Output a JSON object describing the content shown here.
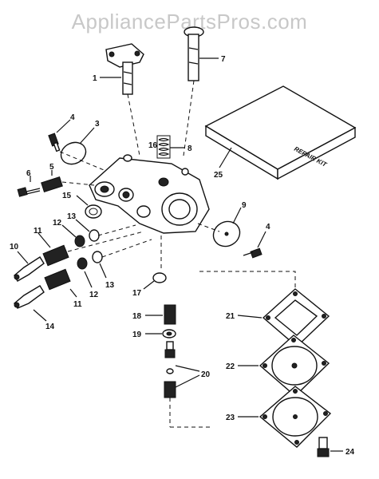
{
  "watermark": {
    "text": "AppliancePartsPros.com"
  },
  "repair_kit": {
    "label": "REPAIR KIT"
  },
  "callouts": [
    {
      "id": "c1",
      "text": "1"
    },
    {
      "id": "c2",
      "text": "7"
    },
    {
      "id": "c3",
      "text": "4"
    },
    {
      "id": "c4",
      "text": "3"
    },
    {
      "id": "c5",
      "text": "16"
    },
    {
      "id": "c6",
      "text": "8"
    },
    {
      "id": "c7",
      "text": "25"
    },
    {
      "id": "c8",
      "text": "6"
    },
    {
      "id": "c9",
      "text": "5"
    },
    {
      "id": "c10",
      "text": "15"
    },
    {
      "id": "c11",
      "text": "12"
    },
    {
      "id": "c12",
      "text": "13"
    },
    {
      "id": "c13",
      "text": "9"
    },
    {
      "id": "c14",
      "text": "4"
    },
    {
      "id": "c15",
      "text": "10"
    },
    {
      "id": "c16",
      "text": "11"
    },
    {
      "id": "c17",
      "text": "11"
    },
    {
      "id": "c18",
      "text": "12"
    },
    {
      "id": "c19",
      "text": "13"
    },
    {
      "id": "c20",
      "text": "14"
    },
    {
      "id": "c21",
      "text": "17"
    },
    {
      "id": "c22",
      "text": "18"
    },
    {
      "id": "c23",
      "text": "19"
    },
    {
      "id": "c24",
      "text": "20"
    },
    {
      "id": "c25",
      "text": "21"
    },
    {
      "id": "c26",
      "text": "22"
    },
    {
      "id": "c27",
      "text": "23"
    },
    {
      "id": "c28",
      "text": "24"
    }
  ]
}
